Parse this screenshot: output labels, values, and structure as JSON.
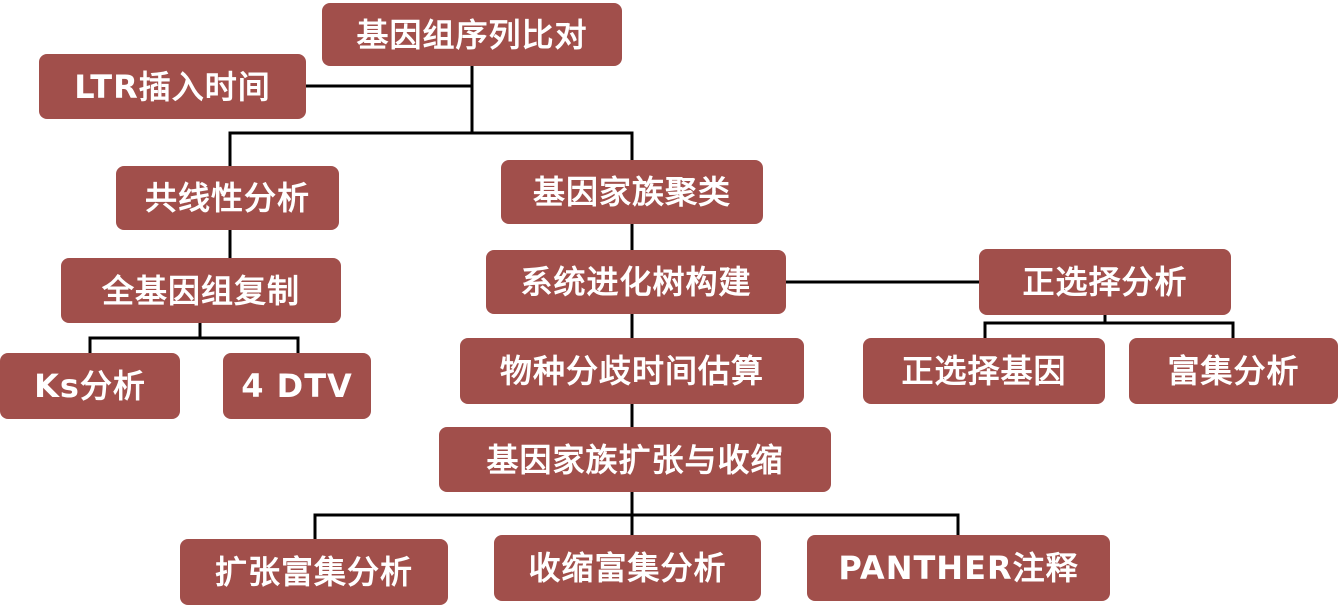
{
  "colors": {
    "node_fill": "#a14f4b",
    "node_text": "#ffffff",
    "connector": "#000000"
  },
  "nodes": {
    "genome_alignment": "基因组序列比对",
    "ltr_insertion_time": "LTR插入时间",
    "synteny_analysis": "共线性分析",
    "gene_family_clustering": "基因家族聚类",
    "wgd": "全基因组复制",
    "phylogenetic_tree": "系统进化树构建",
    "positive_selection": "正选择分析",
    "ks_analysis": "Ks分析",
    "four_dtv": "4 DTV",
    "divergence_time": "物种分歧时间估算",
    "positive_selected_genes": "正选择基因",
    "enrichment_analysis": "富集分析",
    "expansion_contraction": "基因家族扩张与收缩",
    "expansion_enrichment": "扩张富集分析",
    "contraction_enrichment": "收缩富集分析",
    "panther_annotation": "PANTHER注释"
  }
}
